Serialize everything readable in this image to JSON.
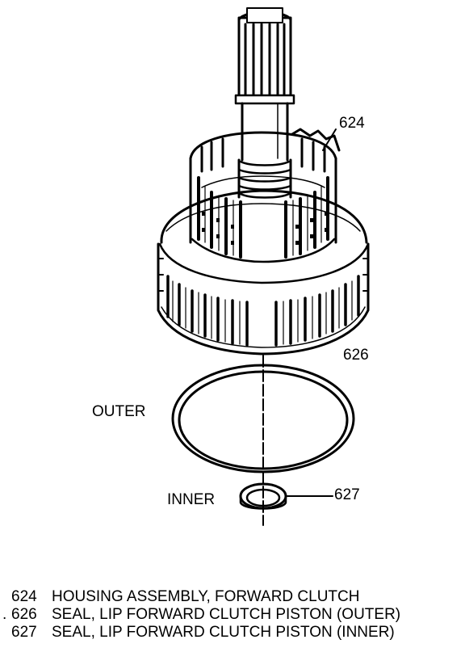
{
  "callouts": {
    "c624": "624",
    "c626": "626",
    "c627": "627",
    "outer": "OUTER",
    "inner": "INNER"
  },
  "legend": [
    {
      "prefix": "",
      "number": "624",
      "description": "HOUSING ASSEMBLY, FORWARD CLUTCH"
    },
    {
      "prefix": ".",
      "number": "626",
      "description": "SEAL, LIP FORWARD CLUTCH PISTON (OUTER)"
    },
    {
      "prefix": "",
      "number": "627",
      "description": "SEAL, LIP FORWARD CLUTCH PISTON (INNER)"
    }
  ]
}
